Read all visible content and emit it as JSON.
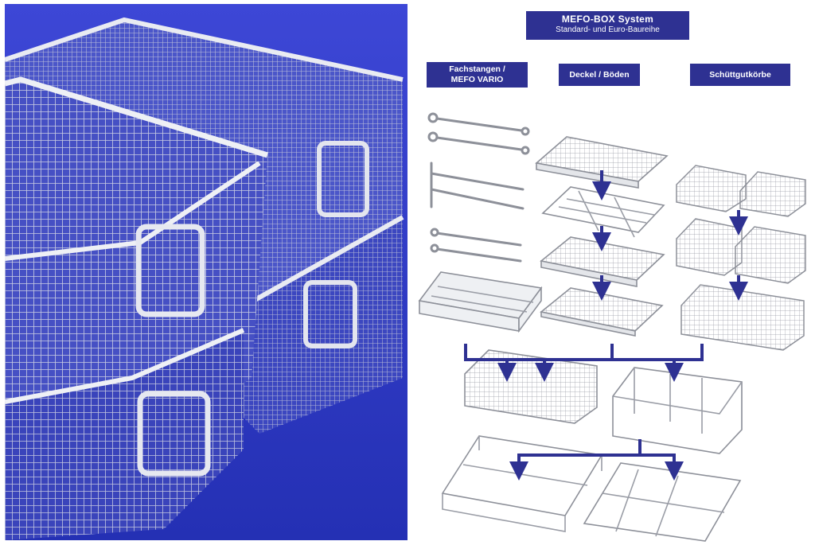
{
  "header": {
    "title": "MEFO-BOX System",
    "subtitle": "Standard- und Euro-Baureihe"
  },
  "columns": [
    {
      "line1": "Fachstangen /",
      "line2": "MEFO VARIO"
    },
    {
      "line1": "Deckel / Böden"
    },
    {
      "line1": "Schüttgutkörbe"
    }
  ],
  "colors": {
    "header_bg": "#2e3192",
    "arrow": "#2e3192",
    "photo_bg": "#2b39c8",
    "wire": "#c9ccd6"
  },
  "icons": {
    "arrow": "down-arrow-icon",
    "photo": "stacked-wire-baskets-photo"
  }
}
